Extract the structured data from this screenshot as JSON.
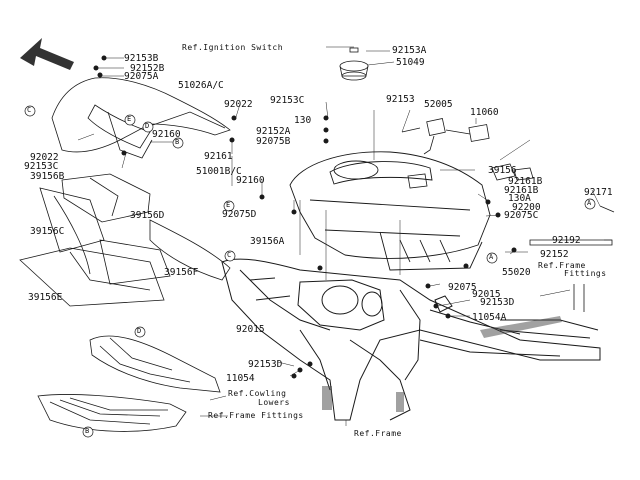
{
  "diagram": {
    "part_labels": {
      "p92153B": "92153B",
      "p92152B": "92152B",
      "p92075A": "92075A",
      "p51026AC": "51026A/C",
      "p92022a": "92022",
      "p92153C_top": "92153C",
      "p130": "130",
      "p92152A": "92152A",
      "p92075B": "92075B",
      "p92160a": "92160",
      "p92161": "92161",
      "p51001BC": "51001B/C",
      "p92160b": "92160",
      "p92075D": "92075D",
      "p92022b": "92022",
      "p92153C_left": "92153C",
      "p39156B": "39156B",
      "p39156D": "39156D",
      "p39156C": "39156C",
      "p39156A": "39156A",
      "p39156F": "39156F",
      "p39156E": "39156E",
      "p92153A": "92153A",
      "p51049": "51049",
      "p92153": "92153",
      "p52005": "52005",
      "p11060": "11060",
      "p39156": "39156",
      "p92161B_1": "92161B",
      "p92161B_2": "92161B",
      "p130A": "130A",
      "p92200": "92200",
      "p92075C": "92075C",
      "p92171": "92171",
      "p92192": "92192",
      "p92152": "92152",
      "p55020": "55020",
      "p92075": "92075",
      "p92015a": "92015",
      "p92153D_r": "92153D",
      "p11054A": "11054A",
      "p92015b": "92015",
      "p92153D_l": "92153D",
      "p11054": "11054"
    },
    "ref_labels": {
      "ignition": "Ref.Ignition Switch",
      "frame_fittings_right_1": "Ref.Frame",
      "frame_fittings_right_2": "Fittings",
      "cowling_1": "Ref.Cowling",
      "cowling_2": "Lowers",
      "frame_fittings_bottom": "Ref.Frame Fittings",
      "frame": "Ref.Frame"
    },
    "callouts": {
      "A": "A",
      "B": "B",
      "C": "C",
      "D": "D",
      "E": "E"
    },
    "colors": {
      "line": "#1a1a1a",
      "shade": "#444444",
      "arrow": "#333333"
    },
    "icons": {
      "front_arrow": "front-direction-arrow-icon"
    }
  }
}
